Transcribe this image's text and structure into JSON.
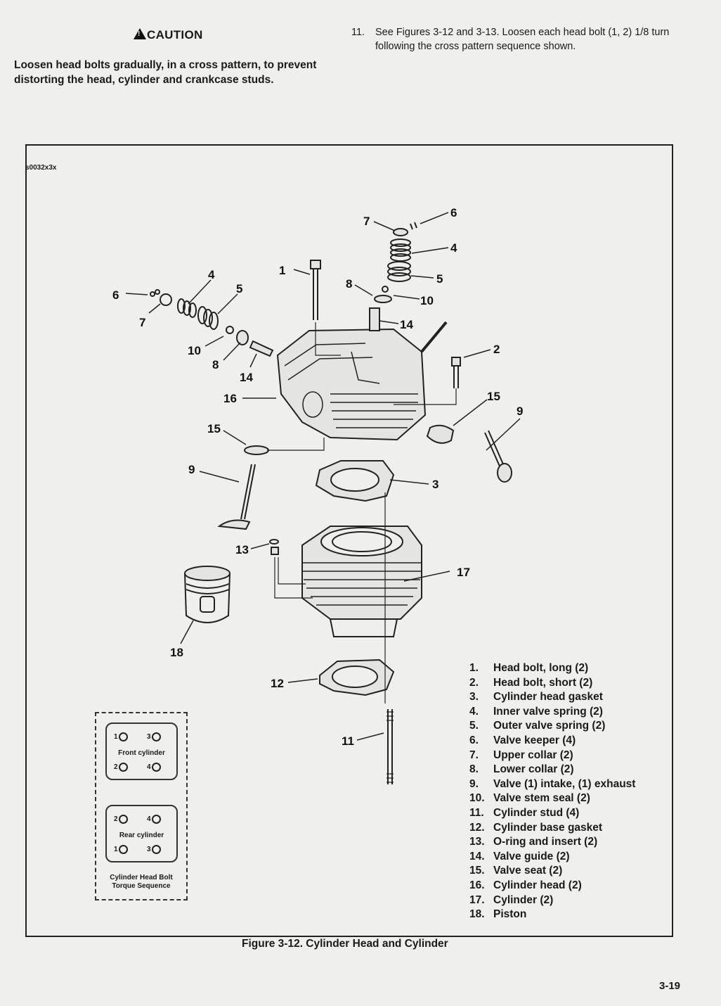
{
  "caution": {
    "heading": "CAUTION",
    "text": "Loosen head bolts gradually, in a cross pattern, to prevent distorting the head, cylinder and crankcase studs."
  },
  "step": {
    "number": "11.",
    "text": "See Figures 3-12 and 3-13. Loosen each head bolt (1, 2) 1/8 turn following the cross pattern sequence shown."
  },
  "figure": {
    "code": "s0032x3x",
    "caption": "Figure 3-12. Cylinder Head and Cylinder",
    "callouts": [
      "7",
      "6",
      "4",
      "1",
      "8",
      "5",
      "10",
      "6",
      "4",
      "5",
      "14",
      "7",
      "2",
      "10",
      "8",
      "14",
      "16",
      "15",
      "9",
      "15",
      "9",
      "3",
      "13",
      "17",
      "18",
      "12",
      "11"
    ]
  },
  "legend": [
    {
      "num": "1.",
      "text": "Head bolt, long (2)"
    },
    {
      "num": "2.",
      "text": "Head bolt, short (2)"
    },
    {
      "num": "3.",
      "text": "Cylinder head gasket"
    },
    {
      "num": "4.",
      "text": "Inner valve spring (2)"
    },
    {
      "num": "5.",
      "text": "Outer valve spring (2)"
    },
    {
      "num": "6.",
      "text": "Valve keeper (4)"
    },
    {
      "num": "7.",
      "text": "Upper collar (2)"
    },
    {
      "num": "8.",
      "text": "Lower collar (2)"
    },
    {
      "num": "9.",
      "text": "Valve (1) intake, (1) exhaust"
    },
    {
      "num": "10.",
      "text": "Valve stem seal (2)"
    },
    {
      "num": "11.",
      "text": "Cylinder stud (4)"
    },
    {
      "num": "12.",
      "text": "Cylinder base gasket"
    },
    {
      "num": "13.",
      "text": "O-ring and insert (2)"
    },
    {
      "num": "14.",
      "text": "Valve guide (2)"
    },
    {
      "num": "15.",
      "text": "Valve seat (2)"
    },
    {
      "num": "16.",
      "text": "Cylinder head (2)"
    },
    {
      "num": "17.",
      "text": "Cylinder (2)"
    },
    {
      "num": "18.",
      "text": "Piston"
    }
  ],
  "torque_sequence": {
    "front_label": "Front cylinder",
    "rear_label": "Rear cylinder",
    "front_bolts": [
      "1",
      "3",
      "2",
      "4"
    ],
    "rear_bolts": [
      "2",
      "4",
      "1",
      "3"
    ],
    "title_line1": "Cylinder Head Bolt",
    "title_line2": "Torque Sequence"
  },
  "page_number": "3-19"
}
